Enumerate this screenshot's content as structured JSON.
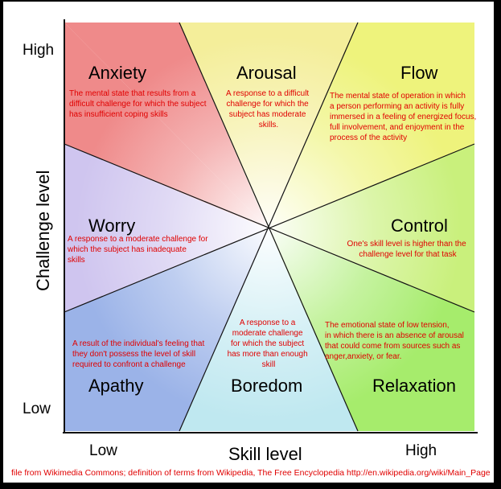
{
  "axes": {
    "y_label": "Challenge level",
    "x_label": "Skill level",
    "y_high": "High",
    "y_low": "Low",
    "x_low": "Low",
    "x_high": "High"
  },
  "states": [
    {
      "key": "anxiety",
      "name": "Anxiety",
      "color": "#ef8a8a",
      "definition": [
        "The mental state that results from a",
        "difficult challenge for which the subject",
        "has insufficient coping skills"
      ]
    },
    {
      "key": "arousal",
      "name": "Arousal",
      "color": "#f4ee9a",
      "definition": [
        "A response to a difficult",
        "challenge for which the",
        "subject has moderate",
        "skills."
      ]
    },
    {
      "key": "flow",
      "name": "Flow",
      "color": "#eef37c",
      "definition": [
        "The mental state of operation in which",
        "a person performing an activity is fully",
        "immersed in a feeling of energized focus,",
        "full involvement, and enjoyment in the",
        "process of the activity"
      ]
    },
    {
      "key": "worry",
      "name": "Worry",
      "color": "#cfc5ef",
      "definition": [
        "A response to a moderate challenge for",
        "which the subject has inadequate",
        "skills"
      ]
    },
    {
      "key": "control",
      "name": "Control",
      "color": "#c9f07c",
      "definition": [
        "One's skill level is higher than the",
        "challenge level for that task"
      ]
    },
    {
      "key": "apathy",
      "name": "Apathy",
      "color": "#9bb3e8",
      "definition": [
        "A result of the individual's feeling that",
        "they don't possess the level of skill",
        "required to confront a challenge"
      ]
    },
    {
      "key": "boredom",
      "name": "Boredom",
      "color": "#bfe8f0",
      "definition": [
        "A response to a",
        "moderate challenge",
        "for which the subject",
        "has more than enough",
        "skill"
      ]
    },
    {
      "key": "relaxation",
      "name": "Relaxation",
      "color": "#a6ec6c",
      "definition": [
        "The emotional state of low tension,",
        "in which there is an absence of arousal",
        "that could come from sources such as",
        "anger,anxiety, or fear."
      ]
    }
  ],
  "footer": "file from Wikimedia Commons; definition of terms from Wikipedia, The Free Encyclopedia http://en.wikipedia.org/wiki/Main_Page"
}
